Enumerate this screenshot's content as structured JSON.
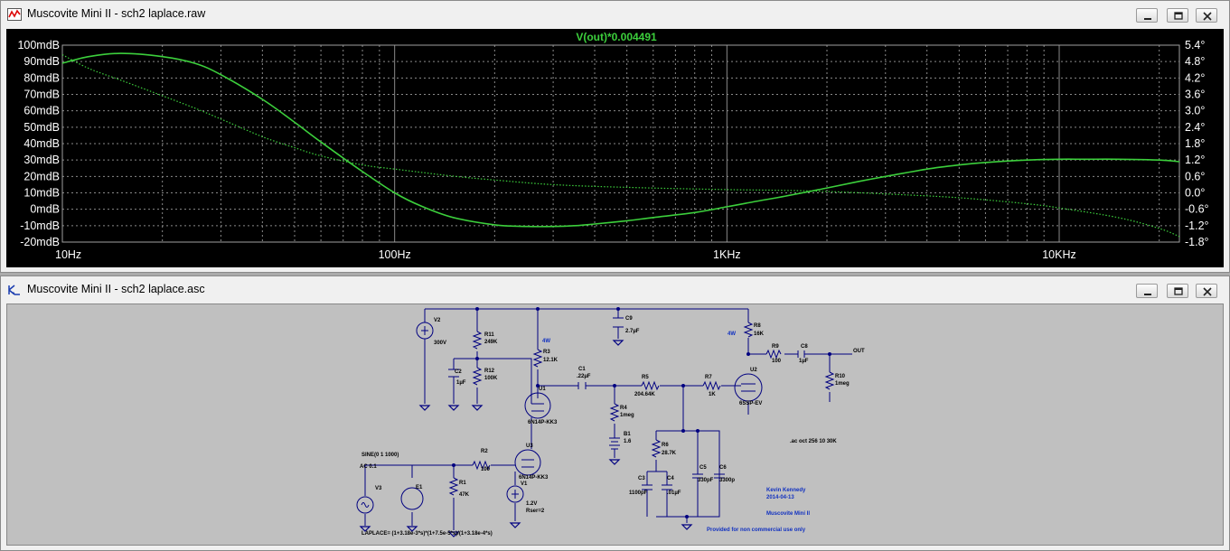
{
  "plot_window": {
    "title": "Muscovite Mini II - sch2 laplace.raw",
    "icon": "waveform-icon",
    "trace_label": "V(out)*0.004491",
    "trace_color": "#3ccf3c",
    "background": "#000000",
    "controls": [
      "minimize-icon",
      "restore-icon",
      "close-icon"
    ]
  },
  "schematic_window": {
    "title": "Muscovite Mini II - sch2 laplace.asc",
    "icon": "schematic-icon",
    "background": "#c0c0c0",
    "wire_color": "#000080",
    "controls": [
      "minimize-icon",
      "restore-icon",
      "close-icon"
    ]
  },
  "chart_data": {
    "type": "line",
    "title": "V(out)*0.004491",
    "x_scale": "log",
    "xlim": [
      10,
      23000
    ],
    "x_ticks": [
      "10Hz",
      "100Hz",
      "1KHz",
      "10KHz"
    ],
    "y_left_ticks": [
      "100mdB",
      "90mdB",
      "80mdB",
      "70mdB",
      "60mdB",
      "50mdB",
      "40mdB",
      "30mdB",
      "20mdB",
      "10mdB",
      "0mdB",
      "-10mdB",
      "-20mdB"
    ],
    "y_left_range": [
      -20,
      100
    ],
    "y_right_ticks": [
      "5.4°",
      "4.8°",
      "4.2°",
      "3.6°",
      "3.0°",
      "2.4°",
      "1.8°",
      "1.2°",
      "0.6°",
      "0.0°",
      "-0.6°",
      "-1.2°",
      "-1.8°"
    ],
    "y_right_range": [
      -1.8,
      5.4
    ],
    "grid": true,
    "series": [
      {
        "style": "solid",
        "axis": "left",
        "x": [
          10,
          12,
          15,
          20,
          25,
          30,
          40,
          50,
          60,
          80,
          100,
          120,
          150,
          200,
          250,
          300,
          350,
          400,
          500,
          600,
          800,
          1000,
          1200,
          1500,
          2000,
          2500,
          3000,
          4000,
          5000,
          6000,
          8000,
          10000,
          12000,
          15000,
          20000,
          23000
        ],
        "y": [
          89,
          93,
          95,
          93,
          89,
          82,
          67,
          53,
          41,
          23,
          10,
          2,
          -5,
          -9.5,
          -10.5,
          -10.5,
          -10,
          -9,
          -7,
          -5,
          -2,
          1.5,
          4.5,
          8,
          13,
          17,
          20,
          24.5,
          27,
          28.5,
          30,
          30.5,
          30.5,
          30.5,
          30,
          29
        ]
      },
      {
        "style": "dotted",
        "axis": "right",
        "x": [
          10,
          12,
          15,
          20,
          25,
          30,
          40,
          50,
          60,
          80,
          100,
          150,
          200,
          300,
          500,
          1000,
          1500,
          2000,
          3000,
          5000,
          8000,
          10000,
          15000,
          20000,
          23000
        ],
        "y": [
          5.05,
          4.55,
          4.12,
          3.55,
          3.1,
          2.7,
          2.05,
          1.65,
          1.35,
          1.02,
          0.87,
          0.61,
          0.47,
          0.3,
          0.2,
          0.12,
          0.09,
          0.05,
          -0.04,
          -0.18,
          -0.4,
          -0.55,
          -0.9,
          -1.3,
          -1.6
        ]
      }
    ]
  },
  "schematic": {
    "labels": {
      "V2": "V2",
      "V2v": "300V",
      "R11": "R11",
      "R11v": "249K",
      "R12": "R12",
      "R12v": "100K",
      "C2": "C2",
      "C2v": "1µF",
      "P4W1": "4W",
      "R3": "R3",
      "R3v": "12.1K",
      "C9": "C9",
      "C9v": "2.7µF",
      "C1": "C1",
      "C1v": ".22µF",
      "R5": "R5",
      "R5v": "204.64K",
      "R7": "R7",
      "R7v": "1K",
      "U1": "U1",
      "U1v": "6N14P-KK3",
      "R4": "R4",
      "R4v": "1meg",
      "B1": "B1",
      "B1v": "1.6",
      "R8": "R8",
      "R8v": "16K",
      "P4W2": "4W",
      "R9": "R9",
      "R9v": "100",
      "C8": "C8",
      "C8v": "1µF",
      "OUT": "OUT",
      "R10": "R10",
      "R10v": "1meg",
      "U2": "U2",
      "U2v": "6SSP-EV",
      "R6": "R6",
      "R6v": "28.7K",
      "C3": "C3",
      "C3v": "1100pF",
      "C4": "C4",
      "C4v": ".01µF",
      "C5": "C5",
      "C5v": "330pF",
      "C6": "C6",
      "C6v": "3300p",
      "SINE": "SINE(0 1 1000)",
      "AC": "AC 0.1",
      "R2": "R2",
      "R2v": "100",
      "U3": "U3",
      "U3v": "6N14P-KK3",
      "V1": "V1",
      "V1v": "1.2V",
      "V1r": "Rser=2",
      "V3": "V3",
      "E1": "E1",
      "R1": "R1",
      "R1v": "47K",
      "LAPLACE": "LAPLACE= (1+3.18e-3*s)*(1+7.5e-5*s)/(1+3.18e-4*s)",
      "AC_DIRECTIVE": ".ac oct 256 10 30K",
      "AUTHOR": "Kevin Kennedy",
      "DATE": "2014-04-13",
      "PROJECT": "Muscovite Mini II",
      "NOTICE": "Provided for non commercial use only"
    }
  }
}
